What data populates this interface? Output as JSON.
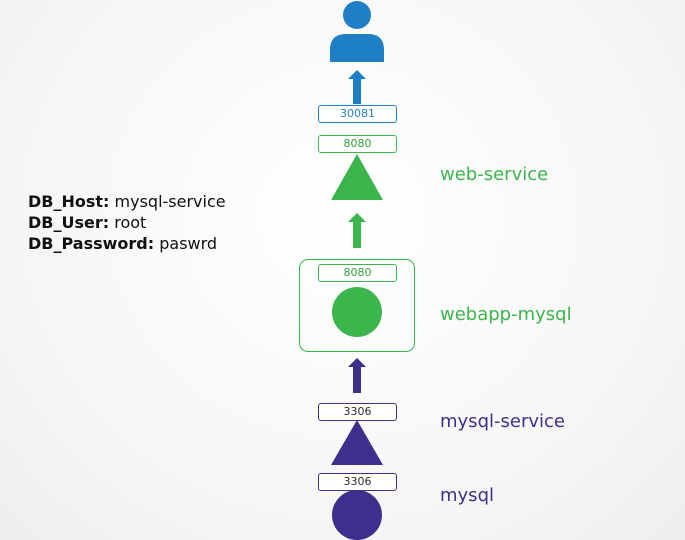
{
  "env_vars": [
    {
      "key": "DB_Host:",
      "value": "mysql-service"
    },
    {
      "key": "DB_User:",
      "value": "root"
    },
    {
      "key": "DB_Password:",
      "value": "paswrd"
    }
  ],
  "ports": {
    "node_port": "30081",
    "web_service_port": "8080",
    "webapp_port": "8080",
    "mysql_service_port": "3306",
    "mysql_pod_port": "3306"
  },
  "labels": {
    "web_service": "web-service",
    "webapp_pod": "webapp-mysql",
    "mysql_service": "mysql-service",
    "mysql_pod": "mysql"
  },
  "icons": {
    "user": "user-icon",
    "service": "triangle",
    "pod": "circle",
    "arrow": "arrow-up"
  },
  "colors": {
    "blue": "#1f7fc6",
    "green": "#3cb54c",
    "purple": "#3d2f8c"
  }
}
